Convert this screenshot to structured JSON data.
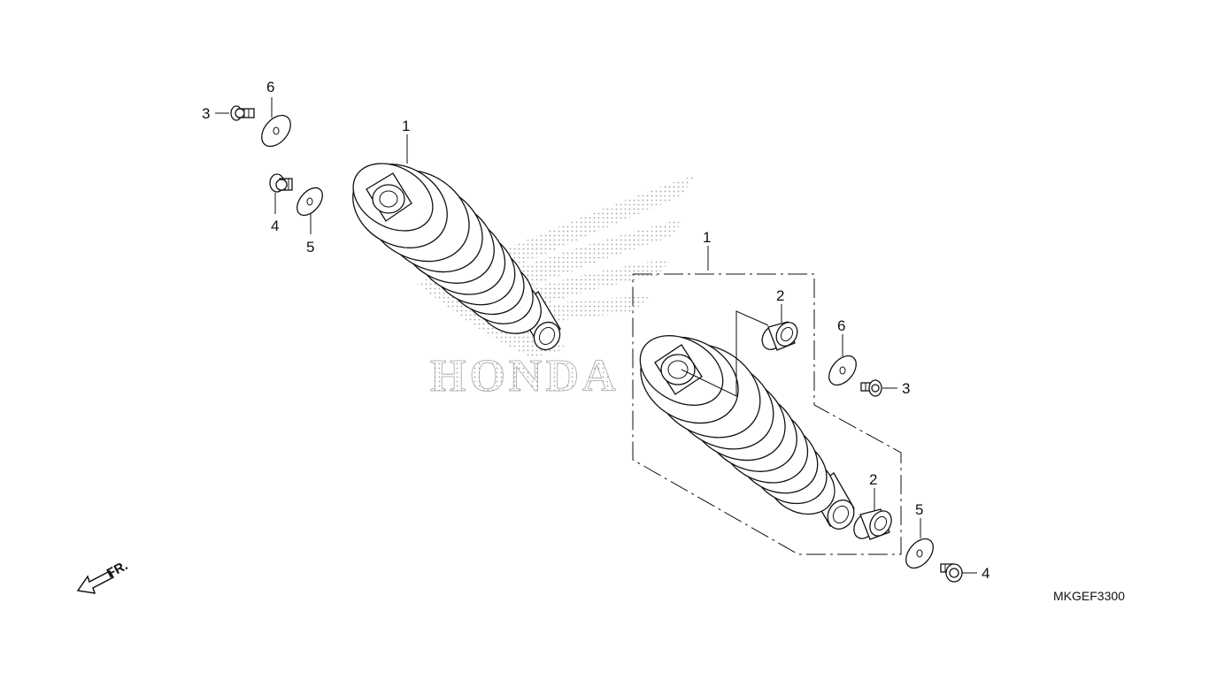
{
  "diagram_code": "MKGEF3300",
  "front_indicator": "FR.",
  "watermark": {
    "brand_text": "HONDA",
    "color": "#9a9a9a"
  },
  "callouts": {
    "left_shock": "1",
    "left_bolt_upper": "3",
    "left_washer_upper": "6",
    "left_bolt_lower": "4",
    "left_washer_lower": "5",
    "right_shock": "1",
    "right_bushing_upper": "2",
    "right_washer_upper": "6",
    "right_bolt_upper": "3",
    "right_bushing_lower": "2",
    "right_washer_lower": "5",
    "right_bolt_lower": "4"
  },
  "colors": {
    "line": "#111111",
    "background": "#ffffff"
  }
}
